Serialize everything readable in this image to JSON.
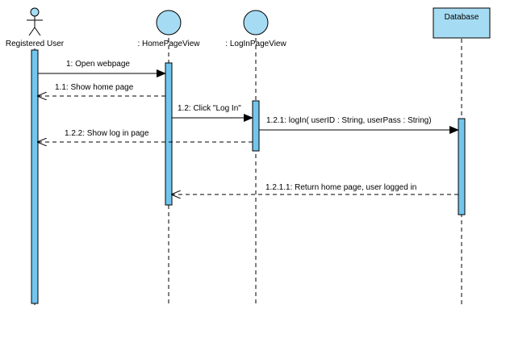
{
  "diagram": {
    "type": "sequence",
    "colors": {
      "lifeline_fill": "#a6dcf3",
      "activation_fill": "#72c6ee",
      "stroke": "#000000",
      "background": "#ffffff"
    },
    "participants": [
      {
        "id": "user",
        "label": "Registered User",
        "shape": "actor"
      },
      {
        "id": "home",
        "label": ": HomePageView",
        "shape": "boundary"
      },
      {
        "id": "login",
        "label": ": LogInPageView",
        "shape": "boundary"
      },
      {
        "id": "db",
        "label": "Database",
        "shape": "box"
      }
    ],
    "messages": [
      {
        "id": "m1",
        "number": "1",
        "label": "1: Open webpage",
        "from": "user",
        "to": "home",
        "kind": "sync"
      },
      {
        "id": "m2",
        "number": "1.1",
        "label": "1.1: Show home page",
        "from": "home",
        "to": "user",
        "kind": "return"
      },
      {
        "id": "m3",
        "number": "1.2",
        "label": "1.2: Click \"Log In\"",
        "from": "home",
        "to": "login",
        "kind": "sync"
      },
      {
        "id": "m4",
        "number": "1.2.1",
        "label": "1.2.1: logIn( userID : String, userPass : String)",
        "from": "login",
        "to": "db",
        "kind": "sync"
      },
      {
        "id": "m5",
        "number": "1.2.2",
        "label": "1.2.2: Show log in page",
        "from": "login",
        "to": "user",
        "kind": "return"
      },
      {
        "id": "m6",
        "number": "1.2.1.1",
        "label": "1.2.1.1: Return home page, user logged in",
        "from": "db",
        "to": "home",
        "kind": "return"
      }
    ]
  }
}
